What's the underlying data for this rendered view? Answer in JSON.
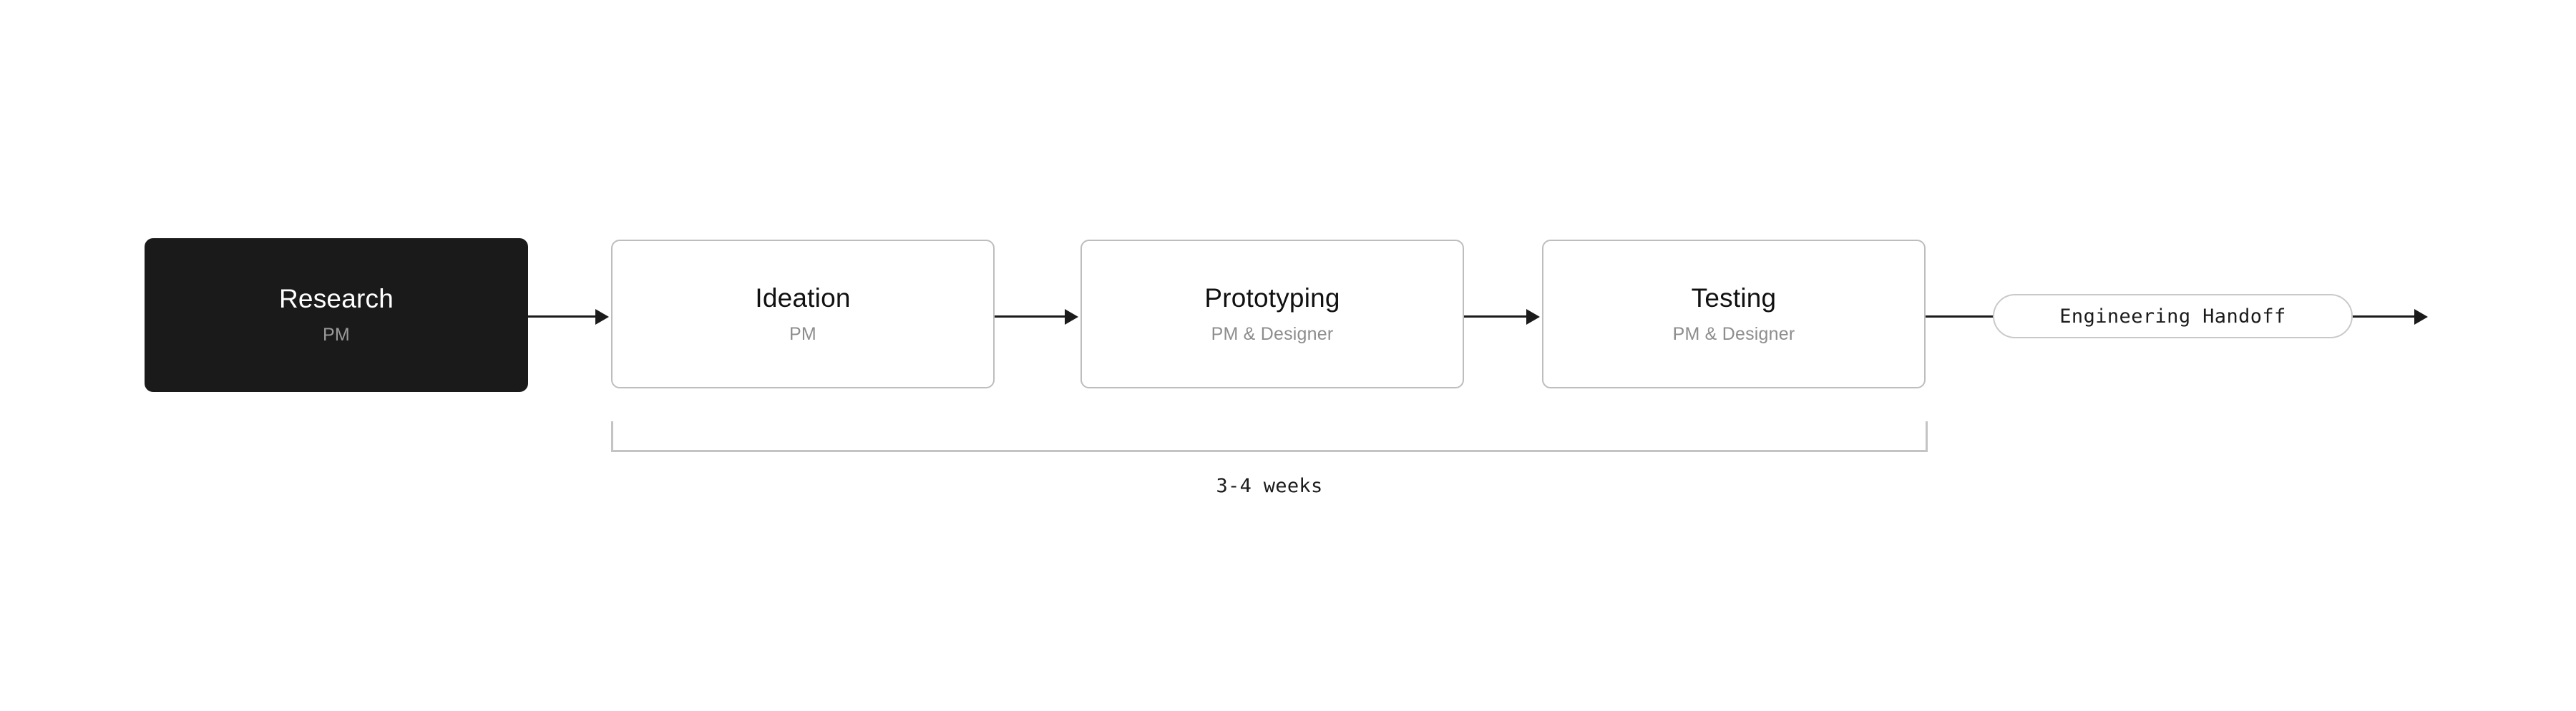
{
  "diagram": {
    "background_color": "#ffffff",
    "accent_dark": "#1a1a1a",
    "border_color": "#bdbdbd",
    "steps": [
      {
        "title": "Research",
        "subtitle": "PM",
        "style": "filled"
      },
      {
        "title": "Ideation",
        "subtitle": "PM",
        "style": "outline"
      },
      {
        "title": "Prototyping",
        "subtitle": "PM & Designer",
        "style": "outline"
      },
      {
        "title": "Testing",
        "subtitle": "PM & Designer",
        "style": "outline"
      }
    ],
    "terminal": {
      "label": "Engineering Handoff"
    },
    "span": {
      "label": "3-4 weeks",
      "covers": [
        "Ideation",
        "Prototyping",
        "Testing"
      ]
    }
  }
}
